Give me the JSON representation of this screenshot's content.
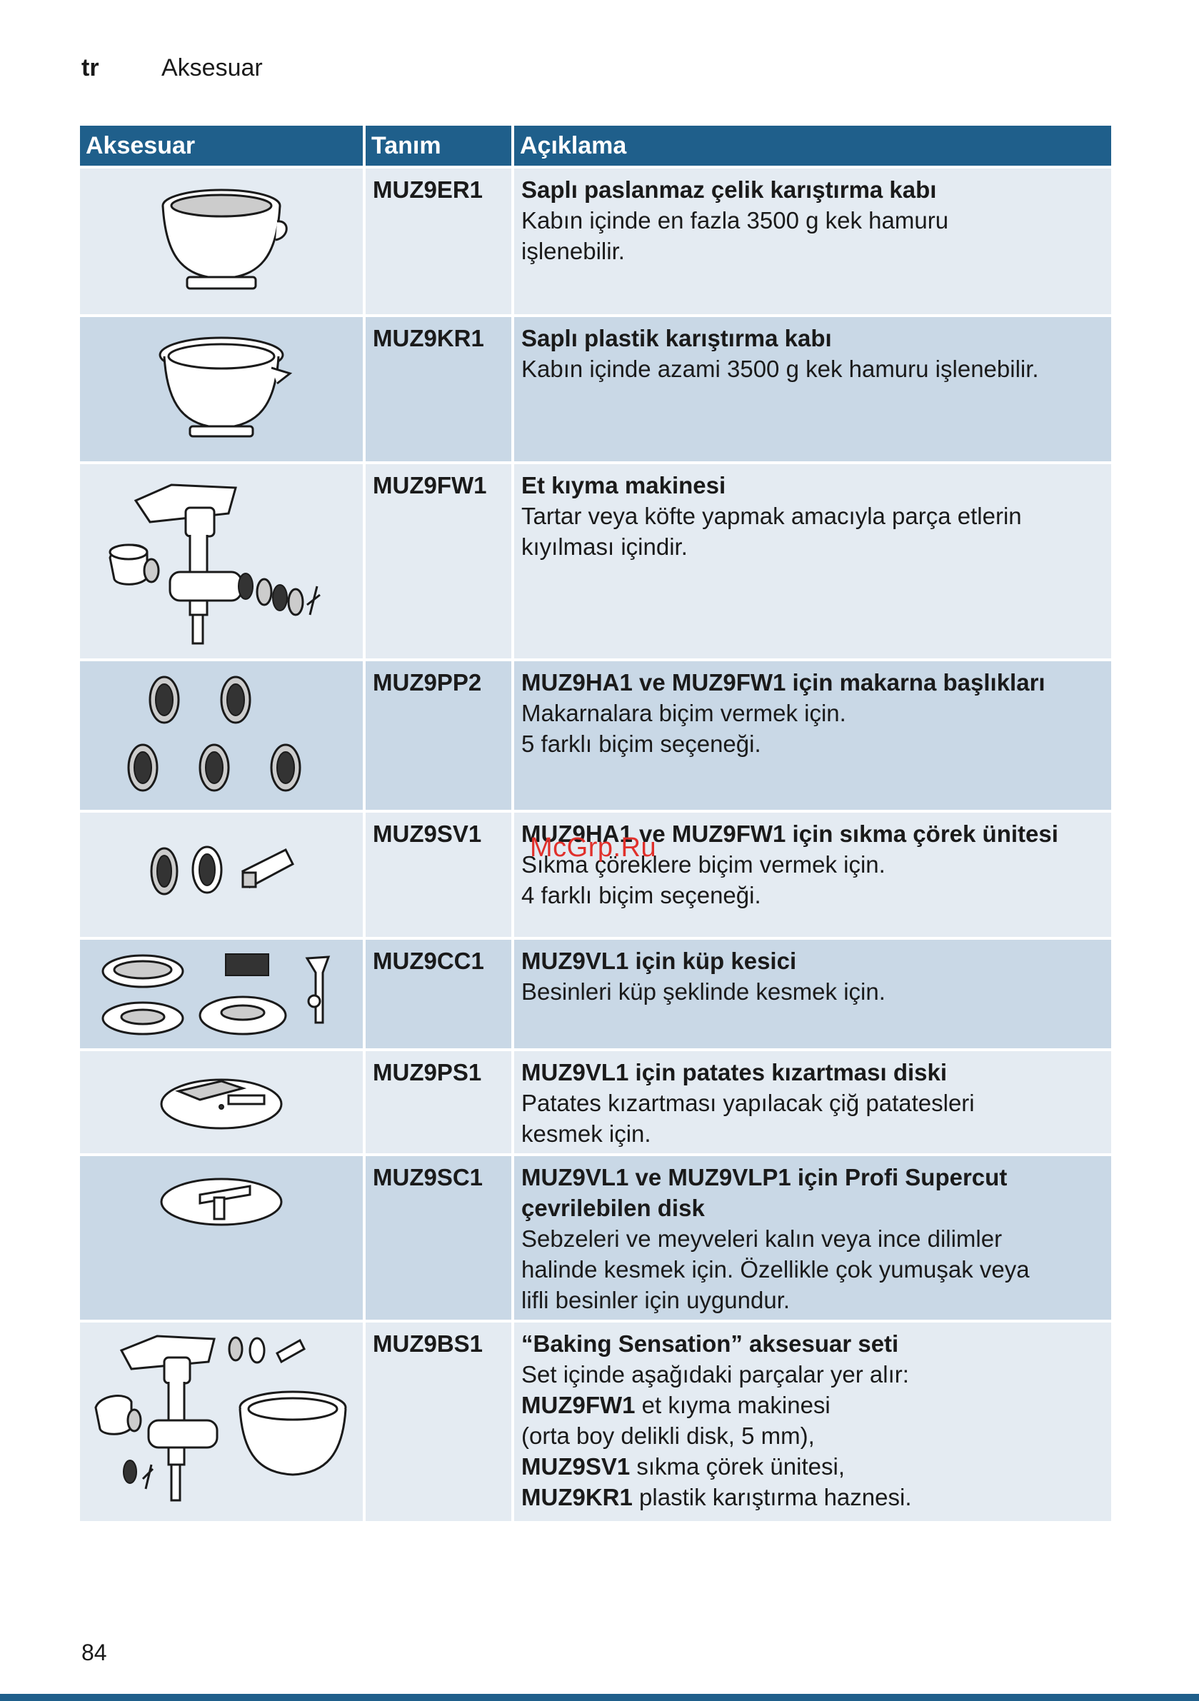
{
  "header": {
    "lang": "tr",
    "section": "Aksesuar"
  },
  "watermark": "McGrp.Ru",
  "table": {
    "headers": [
      "Aksesuar",
      "Tanım",
      "Açıklama"
    ],
    "rows": [
      {
        "code": "MUZ9ER1",
        "title": "Saplı paslanmaz çelik karıştırma kabı",
        "lines": [
          "Kabın içinde en fazla 3500 g kek hamuru",
          "işlenebilir."
        ],
        "icon": "steel-bowl-icon"
      },
      {
        "code": "MUZ9KR1",
        "title": "Saplı plastik karıştırma kabı",
        "lines": [
          "Kabın içinde azami 3500 g kek hamuru işlenebilir."
        ],
        "icon": "plastic-bowl-icon"
      },
      {
        "code": "MUZ9FW1",
        "title": "Et kıyma makinesi",
        "lines": [
          "Tartar veya köfte yapmak amacıyla parça etlerin",
          "kıyılması içindir."
        ],
        "icon": "meat-grinder-icon"
      },
      {
        "code": "MUZ9PP2",
        "title": "MUZ9HA1 ve MUZ9FW1 için makarna başlıkları",
        "lines": [
          "Makarnalara biçim vermek için.",
          "5 farklı biçim seçeneği."
        ],
        "icon": "pasta-discs-icon"
      },
      {
        "code": "MUZ9SV1",
        "title": "MUZ9HA1 ve MUZ9FW1 için sıkma çörek ünitesi",
        "lines": [
          "Sıkma çöreklere biçim vermek için.",
          "4 farklı biçim seçeneği."
        ],
        "icon": "cookie-press-icon"
      },
      {
        "code": "MUZ9CC1",
        "title": "MUZ9VL1 için küp kesici",
        "lines": [
          "Besinleri küp şeklinde kesmek için."
        ],
        "icon": "dicer-icon"
      },
      {
        "code": "MUZ9PS1",
        "title": "MUZ9VL1 için patates kızartması diski",
        "lines": [
          "Patates kızartması yapılacak çiğ patatesleri",
          "kesmek için."
        ],
        "icon": "fries-disc-icon"
      },
      {
        "code": "MUZ9SC1",
        "title": "MUZ9VL1 ve MUZ9VLP1 için Profi Supercut çevrilebilen disk",
        "lines": [
          "Sebzeleri ve meyveleri kalın veya ince dilimler",
          "halinde kesmek için. Özellikle çok yumuşak veya",
          "lifli besinler için uygundur."
        ],
        "icon": "supercut-disc-icon"
      },
      {
        "code": "MUZ9BS1",
        "title": "“Baking Sensation” aksesuar seti",
        "lines": [
          "Set içinde aşağıdaki parçalar yer alır:"
        ],
        "set_items": [
          {
            "code": "MUZ9FW1",
            "text": " et kıyma makinesi"
          },
          {
            "code": "",
            "text": "(orta boy delikli disk, 5 mm),"
          },
          {
            "code": "MUZ9SV1",
            "text": " sıkma çörek ünitesi,"
          },
          {
            "code": "MUZ9KR1",
            "text": " plastik karıştırma haznesi."
          }
        ],
        "icon": "baking-set-icon"
      }
    ]
  },
  "footer": {
    "page": "84"
  },
  "colors": {
    "header_bg": "#1f5f8b",
    "row_light": "#e4ebf2",
    "row_dark": "#c9d8e6"
  }
}
